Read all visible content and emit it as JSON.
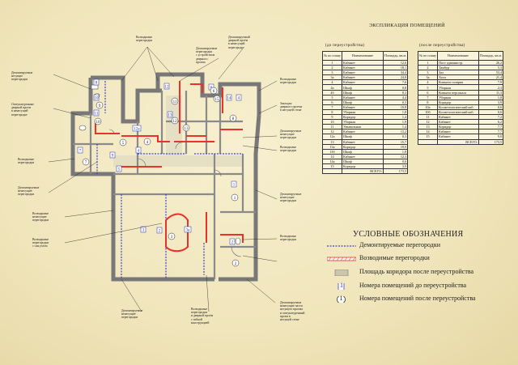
{
  "explication_title": "ЭКСПЛИКАЦИЯ ПОМЕЩЕНИЙ",
  "before": {
    "caption": "(до переустройства)",
    "headers": [
      "№ по плану",
      "Наименование",
      "Площадь, кв.м."
    ],
    "rows": [
      [
        "1",
        "Кабинет",
        "12,6"
      ],
      [
        "2",
        "Кабинет",
        "18,1"
      ],
      [
        "3",
        "Кабинет",
        "34,4"
      ],
      [
        "3а",
        "Кабинет",
        "24,8"
      ],
      [
        "4",
        "Кабинет",
        "7,6"
      ],
      [
        "4а",
        "Шкаф",
        "0,8"
      ],
      [
        "4б",
        "Шкаф",
        "0,3"
      ],
      [
        "5",
        "Кабинет",
        "4,4"
      ],
      [
        "6",
        "Шкаф",
        "0,3"
      ],
      [
        "7",
        "Кабинет",
        "10,8"
      ],
      [
        "8",
        "Уборная",
        "1,8"
      ],
      [
        "9",
        "Коридор",
        "1,4"
      ],
      [
        "10",
        "Уборная",
        "1,9"
      ],
      [
        "11",
        "Умывальная",
        "1,4"
      ],
      [
        "12",
        "Кабинет",
        "13,2"
      ],
      [
        "12а",
        "Шкаф",
        "0,3"
      ],
      [
        "13",
        "Кабинет",
        "15,7"
      ],
      [
        "13а",
        "Коридор",
        "19,9"
      ],
      [
        "13б",
        "Шкаф",
        "1,8"
      ],
      [
        "14",
        "Кабинет",
        "12,3"
      ],
      [
        "14а",
        "Шкаф",
        "0,6"
      ],
      [
        "15",
        "Коридор",
        "3,9"
      ],
      [
        "",
        "ВСЕГО:",
        "173,5"
      ]
    ]
  },
  "after": {
    "caption": "(после переустройства)",
    "headers": [
      "№ по плану",
      "Наименование",
      "Площадь, кв.м."
    ],
    "rows": [
      [
        "1",
        "Пост администр.",
        "26,2"
      ],
      [
        "2",
        "Тамбур",
        "5,3"
      ],
      [
        "3",
        "Зал",
        "53,4"
      ],
      [
        "3а",
        "Холл",
        "21,4"
      ],
      [
        "4",
        "Комната солярия",
        "7,9"
      ],
      [
        "5",
        "Уборная",
        "2,3"
      ],
      [
        "6",
        "Комната персонала",
        "11,3"
      ],
      [
        "7",
        "Уборная",
        "1,8"
      ],
      [
        "8",
        "Коридор",
        "3,9"
      ],
      [
        "10а",
        "Косметологический каб.",
        "0,6"
      ],
      [
        "10б",
        "Косметологический каб.",
        "0,6"
      ],
      [
        "11",
        "Кабинет",
        "7,2"
      ],
      [
        "12",
        "Кабинет",
        "6,2"
      ],
      [
        "13",
        "Коридор",
        "7,7"
      ],
      [
        "14",
        "Кабинет",
        "7,7"
      ],
      [
        "15",
        "Кабинет",
        "9,0"
      ],
      [
        "",
        "ВСЕГО:",
        "173,5"
      ]
    ]
  },
  "legend": {
    "title": "УСЛОВНЫЕ ОБОЗНАЧЕНИЯ",
    "items": [
      {
        "id": "demolish",
        "label": "Демонтируемые перегородки"
      },
      {
        "id": "erect",
        "label": "Возводимые перегородки"
      },
      {
        "id": "corridor",
        "label": "Площадь коридора после переустройства"
      },
      {
        "id": "num_before",
        "label": "Номера помещений до переустройства",
        "symbol": "1"
      },
      {
        "id": "num_after",
        "label": "Номера помещений после переустройства",
        "symbol": "1"
      }
    ]
  },
  "annotations": {
    "top_left_1": "Демонтируемые\nнесущие\nперегородки",
    "top_left_2": "Оштукатуренные\nдверной проем\nв ненесущей\nперегородке",
    "left_1": "Возводимые\nперегородки",
    "top_mid_1": "Возводимые\nперегородки",
    "top_mid_2": "Демонтируемый\nдверной проём\nв ненесущей\nперегородке",
    "top_mid_3": "Демонтируемые\nперегородки\nс устройством\nдверного\nпроема",
    "right_1": "Возводимые\nперегородки",
    "right_2": "Закладка\nдверного проема\nв несущей стене",
    "right_3": "Демонтируемые\nненесущие\nперегородки",
    "right_4": "Возводимые\nперегородки",
    "right_5": "Демонтируемые\nненесущие\nперегородки",
    "right_6": "Возводимые\nперегородки",
    "left_2": "Демонтируемые\nненесущие\nперегородки",
    "left_3": "Возводимые\nненесущие\nперегородки",
    "left_4": "Возводимые\nперегородки\nс сан.узлом",
    "bottom_1": "Демонтируемые\nненесущие\nперегородки",
    "bottom_2": "Возводимые\nперегородки\nи дверной проём\nс гибкой\nконструкцией",
    "bottom_3": "Демонтируемые\nненесущие части\nнесущего проема\nи оштукатуренный\nпроем в\nнесущей стене"
  },
  "room_labels_before": [
    "1",
    "2",
    "3",
    "3а",
    "4",
    "4а",
    "4б",
    "5",
    "6",
    "7",
    "8",
    "9",
    "10",
    "11",
    "12",
    "12а",
    "13",
    "13а",
    "14",
    "14а",
    "15"
  ],
  "room_labels_after": [
    "1",
    "2",
    "3",
    "4",
    "5",
    "6",
    "7",
    "8",
    "10",
    "11",
    "12",
    "13",
    "14",
    "15"
  ],
  "colors": {
    "wall": "#787878",
    "erect": "#e8322a",
    "demolish": "#3a46c8",
    "corridor": "#e5e0c4",
    "bg": "#f1e7bf"
  }
}
